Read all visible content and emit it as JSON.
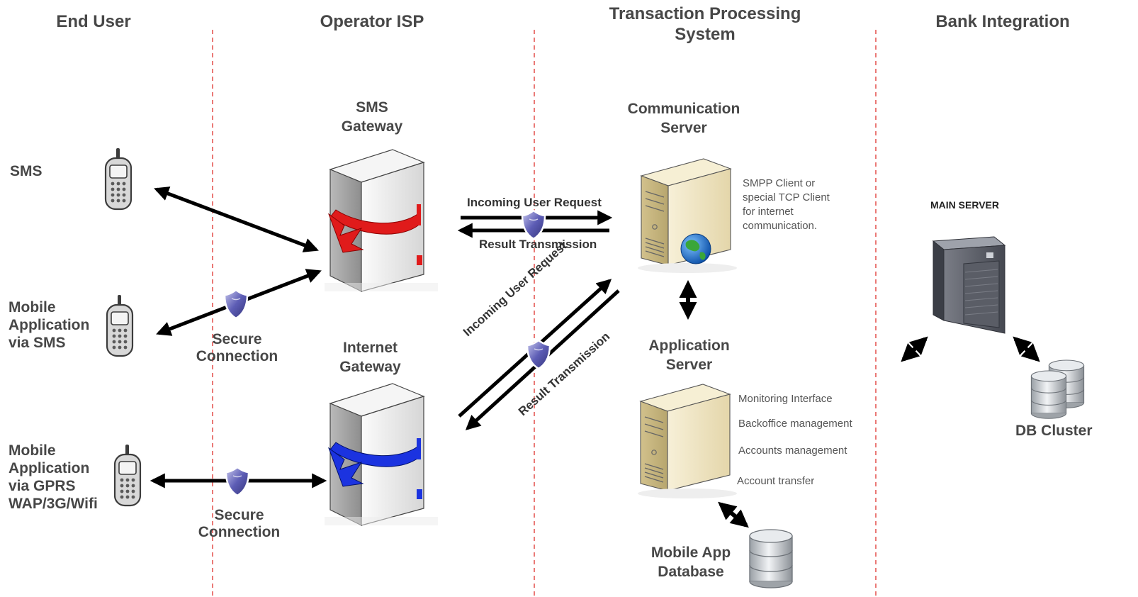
{
  "columns": {
    "end_user": "End User",
    "operator_isp": "Operator ISP",
    "transaction_line1": "Transaction Processing",
    "transaction_line2": "System",
    "bank_integration": "Bank Integration"
  },
  "end_user": {
    "sms": "SMS",
    "mobile_app_sms": [
      "Mobile",
      "Application",
      "via SMS"
    ],
    "mobile_app_gprs": [
      "Mobile",
      "Application",
      "via GPRS",
      "WAP/3G/Wifi"
    ]
  },
  "operator": {
    "sms_gateway": [
      "SMS",
      "Gateway"
    ],
    "internet_gateway": [
      "Internet",
      "Gateway"
    ],
    "secure_connection_1": [
      "Secure",
      "Connection"
    ],
    "secure_connection_2": [
      "Secure",
      "Connection"
    ]
  },
  "links": {
    "incoming_user_request": "Incoming User Request",
    "result_transmission": "Result Transmission",
    "incoming_user_request_diag": "Incoming User Request",
    "result_transmission_diag": "Result Transmission"
  },
  "transaction": {
    "communication_server": [
      "Communication",
      "Server"
    ],
    "comm_note": [
      "SMPP Client or",
      "special TCP Client",
      "for internet",
      "communication."
    ],
    "application_server": [
      "Application",
      "Server"
    ],
    "app_features": [
      "Monitoring Interface",
      "Backoffice management",
      "Accounts management",
      "Account transfer"
    ],
    "mobile_app_database": [
      "Mobile App",
      "Database"
    ]
  },
  "bank": {
    "main_server": "MAIN SERVER",
    "db_cluster": "DB Cluster"
  },
  "colors": {
    "divider": "#e0403c",
    "arrow": "#000000",
    "sms_gateway_accent": "#e01b1b",
    "internet_gateway_accent": "#1b33e0",
    "shield": "#6f6fbf"
  },
  "icons": [
    "phone-icon",
    "tower-server-icon",
    "shield-icon",
    "desktop-server-icon",
    "globe-icon",
    "database-icon",
    "rack-server-icon"
  ]
}
